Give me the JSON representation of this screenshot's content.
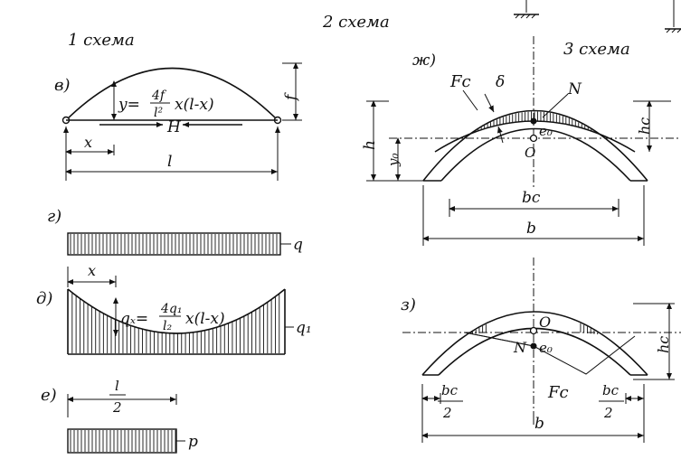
{
  "captions": {
    "scheme1": "1 схема",
    "scheme2": "2 схема",
    "scheme3": "3 схема"
  },
  "panels": {
    "v": "в)",
    "g": "г)",
    "d": "д)",
    "e": "е)",
    "zh": "ж)",
    "z": "з)"
  },
  "arch": {
    "formula_y": "y=",
    "formula_frac_num": "4f",
    "formula_frac_den": "l²",
    "formula_tail": "x(l-x)",
    "H": "H",
    "f": "f",
    "x": "x",
    "l": "l"
  },
  "loads": {
    "q": "q",
    "x": "x",
    "qx_lhs": "qₓ=",
    "qx_num": "4q₁",
    "qx_den": "l₂",
    "qx_tail": "x(l-x)",
    "q1": "q₁",
    "half_num": "l",
    "half_den": "2",
    "p": "p"
  },
  "section_zh": {
    "Fc": "Fc",
    "delta": "δ",
    "N": "N",
    "e0": "e₀",
    "O": "O",
    "h": "h",
    "y0": "y₀",
    "hc": "hc",
    "bc": "bc",
    "b": "b"
  },
  "section_z": {
    "O": "O",
    "N": "N",
    "e0": "e₀",
    "hc": "hc",
    "Fc": "Fc",
    "bc_num_left": "bc",
    "bc_den_left": "2",
    "bc_num_right": "bc",
    "bc_den_right": "2",
    "b": "b"
  }
}
